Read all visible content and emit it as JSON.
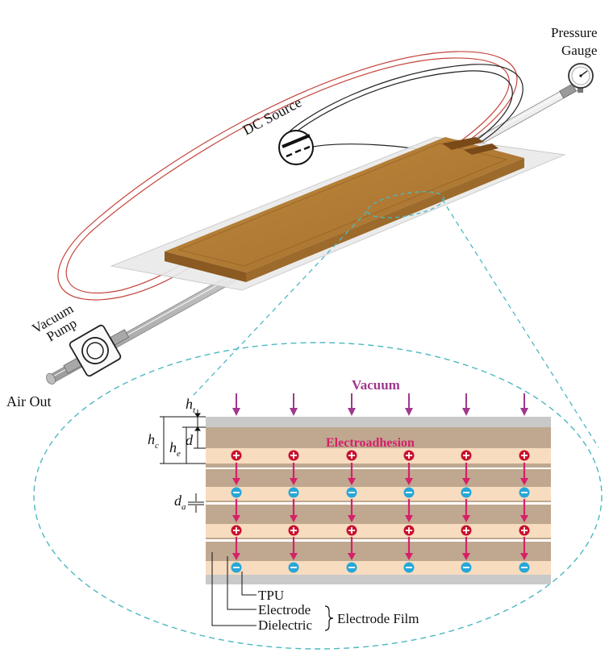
{
  "labels": {
    "dc_source": "DC Source",
    "pressure_gauge_line1": "Pressure",
    "pressure_gauge_line2": "Gauge",
    "vacuum_pump_line1": "Vacuum",
    "vacuum_pump_line2": "Pump",
    "air_out": "Air Out",
    "vacuum": "Vacuum",
    "electroadhesion": "Electroadhesion",
    "tpu": "TPU",
    "electrode": "Electrode",
    "dielectric": "Dielectric",
    "electrode_film": "Electrode Film",
    "h_t": "h",
    "h_t_sub": "t",
    "h_c": "h",
    "h_c_sub": "c",
    "h_e": "h",
    "h_e_sub": "e",
    "d": "d",
    "d_a": "d",
    "d_a_sub": "a"
  },
  "colors": {
    "vacuum_text": "#a0388e",
    "vacuum_arrow": "#a0388e",
    "electroadhesion_text": "#d6206a",
    "field_arrow": "#d6206a",
    "positive_charge": "#c8102e",
    "negative_charge": "#27a7d8",
    "dielectric_band": "#bfa88f",
    "electrode_band": "#f7dcc0",
    "tpu_band": "#c9c9c9",
    "dashed_outline": "#4bb8c2",
    "pad_brown": "#b17a35",
    "red_wire": "#c4443c"
  },
  "icons": [
    "dc-source-icon",
    "pressure-gauge-icon",
    "vacuum-pump-icon"
  ]
}
